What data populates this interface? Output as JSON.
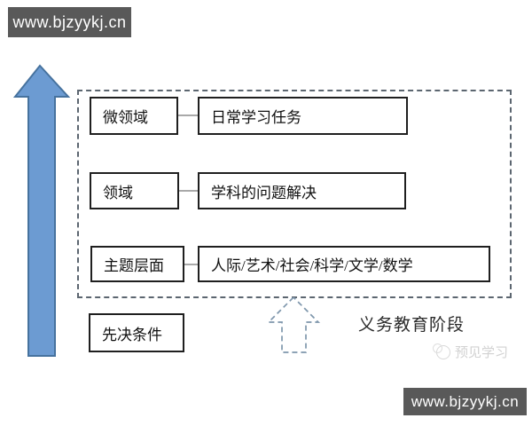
{
  "header": {
    "watermark": "www.bjzyykj.cn"
  },
  "footer": {
    "watermark": "www.bjzyykj.cn",
    "brand": "预见学习"
  },
  "diagram": {
    "rows": [
      {
        "label": "微领域",
        "value": "日常学习任务"
      },
      {
        "label": "领域",
        "value": "学科的问题解决"
      },
      {
        "label": "主题层面",
        "value": "人际/艺术/社会/科学/文学/数学"
      }
    ],
    "prerequisite": "先决条件",
    "stage": "义务教育阶段"
  },
  "icons": {
    "big_arrow": "upward-block-arrow",
    "dashed_arrow": "dashed-upward-block-arrow",
    "brand_logo": "cat-face-logo"
  },
  "colors": {
    "arrow_fill": "#6C9BD2",
    "arrow_stroke": "#46729E",
    "dashed_container_border": "#5C6670",
    "dashed_arrow_stroke": "#7E96AC",
    "watermark_background": "#595959",
    "box_border": "#1f1f1f"
  }
}
